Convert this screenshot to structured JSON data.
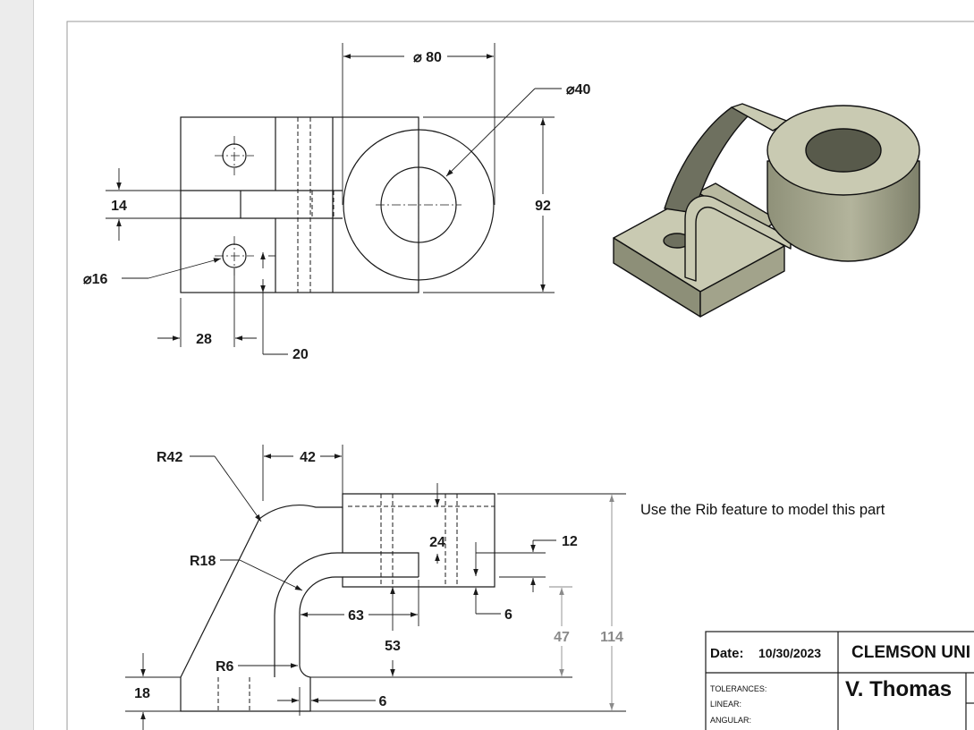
{
  "drawing": {
    "top_view": {
      "dim_dia80": "80",
      "dim_dia40": "40",
      "dim_92": "92",
      "dim_14": "14",
      "dim_dia16": "16",
      "dim_28": "28",
      "dim_20": "20"
    },
    "front_view": {
      "dim_R42": "R42",
      "dim_42": "42",
      "dim_R18": "R18",
      "dim_24": "24",
      "dim_12": "12",
      "dim_63": "63",
      "dim_6_upper": "6",
      "dim_47": "47",
      "dim_114": "114",
      "dim_53": "53",
      "dim_R6": "R6",
      "dim_18": "18",
      "dim_6_lower": "6"
    },
    "note": "Use the Rib feature to model this part",
    "title_block": {
      "date_label": "Date:",
      "date_value": "10/30/2023",
      "school": "CLEMSON UNI",
      "tolerances_label": "TOLERANCES:",
      "linear_label": "LINEAR:",
      "angular_label": "ANGULAR:",
      "author": "V. Thomas"
    },
    "colors": {
      "line": "#1a1a1a",
      "model_top": "#c9cab2",
      "model_side": "#8d8f78",
      "model_dark": "#6e705f"
    }
  }
}
